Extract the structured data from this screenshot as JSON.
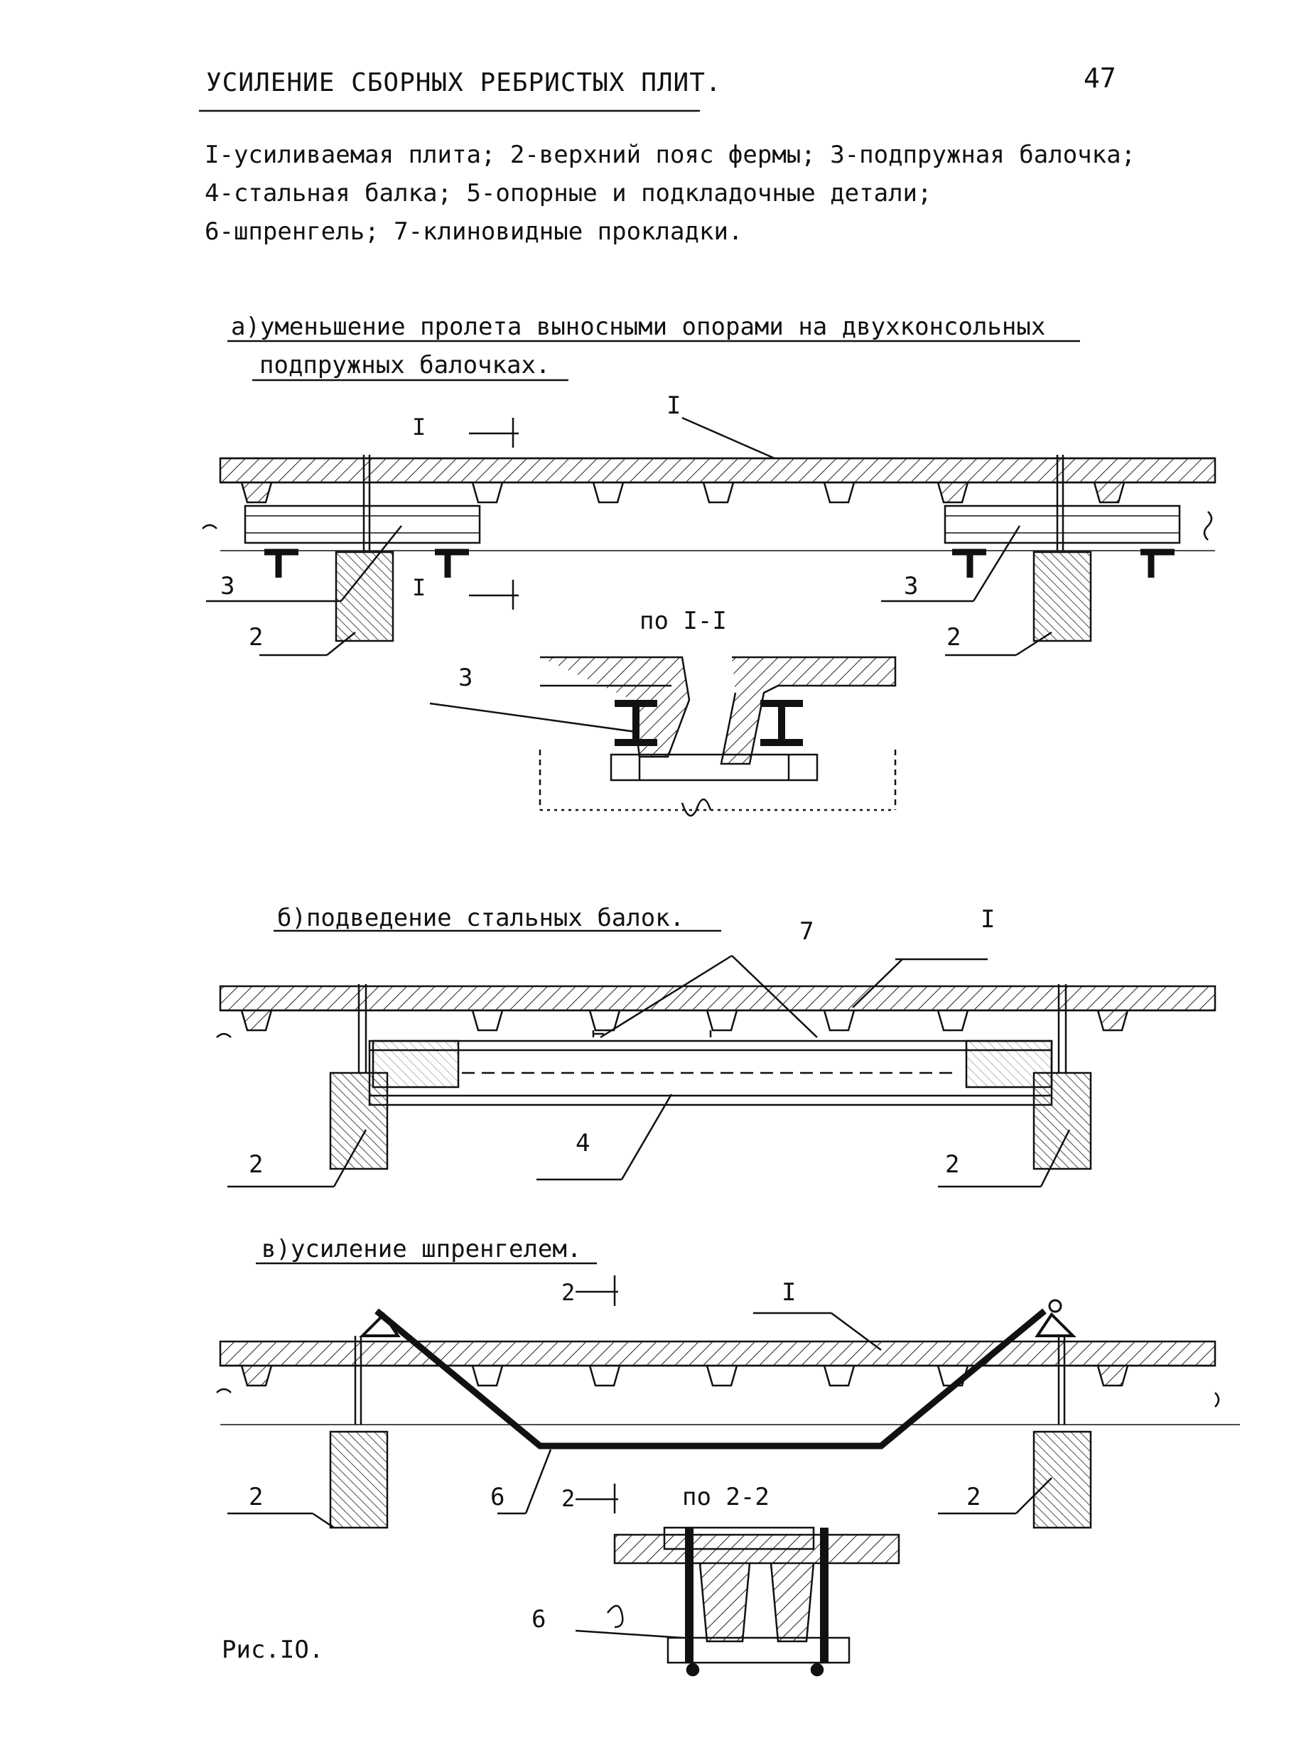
{
  "header": {
    "title": "УСИЛЕНИЕ СБОРНЫХ РЕБРИСТЫХ ПЛИТ.",
    "page_number": "47"
  },
  "legend": [
    "I-усиливаемая плита; 2-верхний пояс фермы; 3-подпружная балочка;",
    "4-стальная балка; 5-опорные и подкладочные детали;",
    "6-шпренгель; 7-клиновидные прокладки."
  ],
  "section_a": {
    "caption_line1": "а)уменьшение пролета выносными опорами на двухконсольных",
    "caption_line2": "подпружных балочках.",
    "section_mark": "I",
    "label_1": "I",
    "label_2": "2",
    "label_3": "3",
    "detail_caption": "по I-I"
  },
  "section_b": {
    "caption": "б)подведение стальных балок.",
    "label_7": "7",
    "label_1": "I",
    "label_4": "4",
    "label_2": "2"
  },
  "section_c": {
    "caption": "в)усиление шпренгелем.",
    "section_mark": "2",
    "label_1": "I",
    "label_2": "2",
    "label_6": "6",
    "detail_caption": "по 2-2"
  },
  "figure_caption": "Рис.IO."
}
